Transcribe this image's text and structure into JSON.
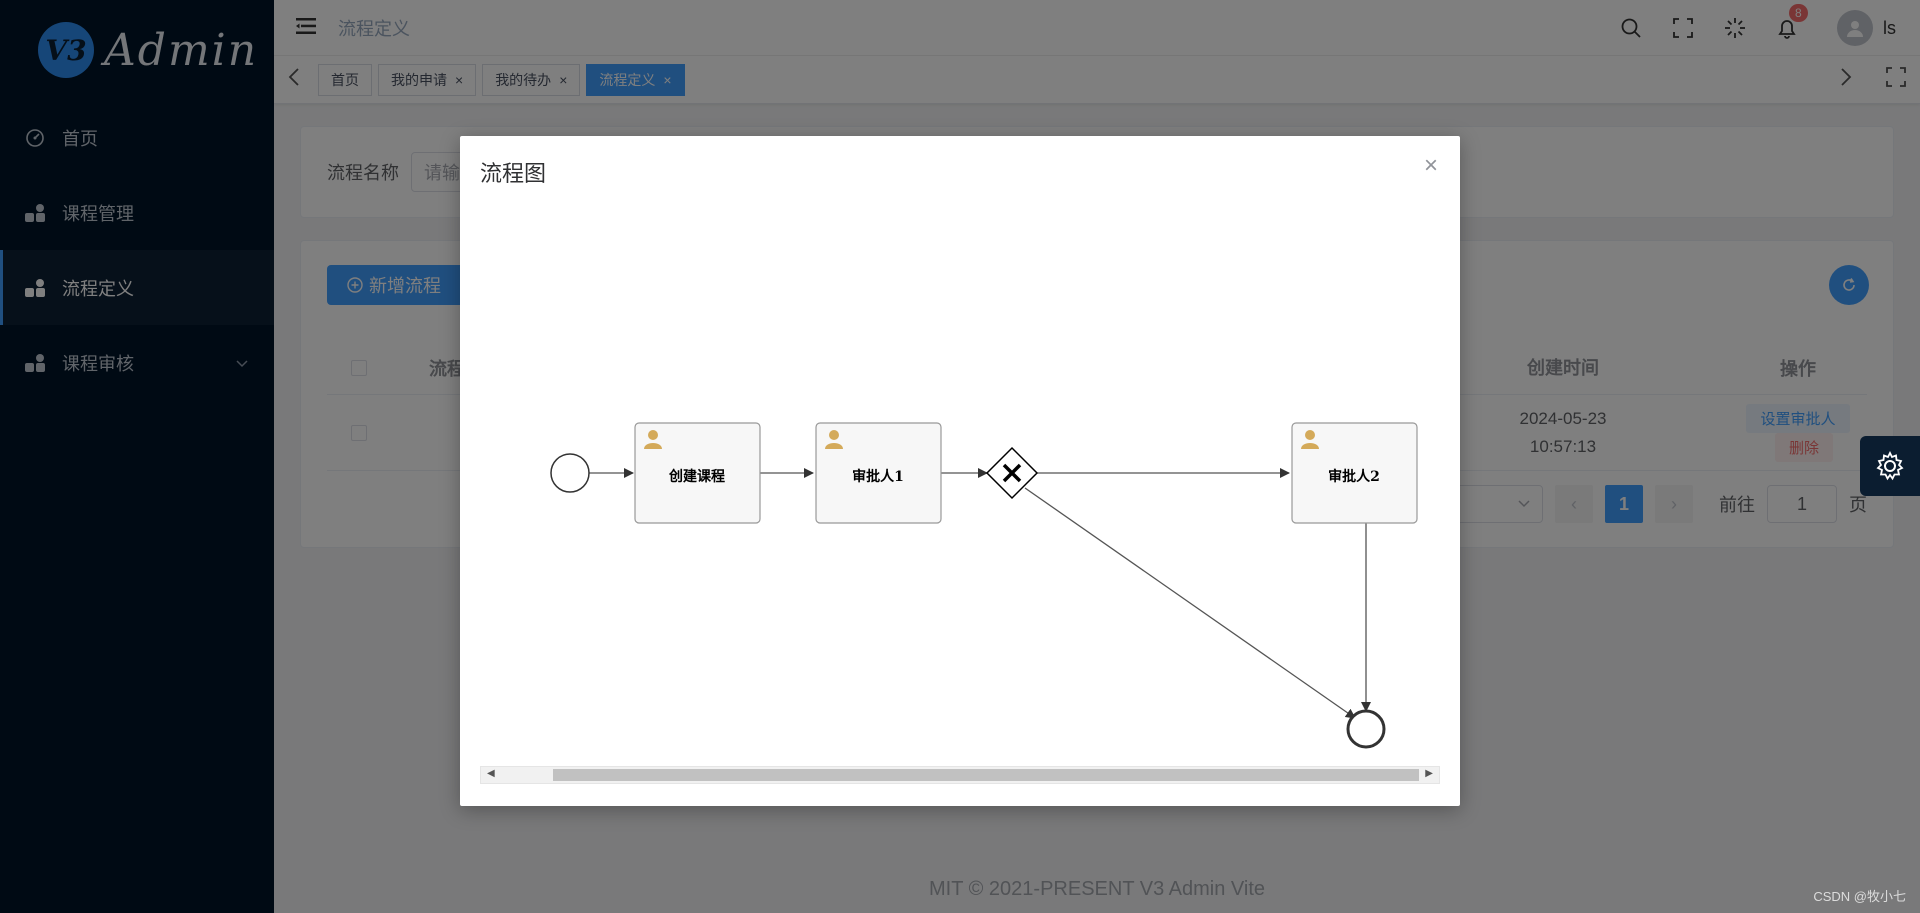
{
  "app": {
    "logo_badge": "V3",
    "logo_text": "Admin"
  },
  "sidebar": {
    "items": [
      {
        "label": "首页",
        "icon": "dashboard-icon",
        "active": false
      },
      {
        "label": "课程管理",
        "icon": "component-icon",
        "active": false
      },
      {
        "label": "流程定义",
        "icon": "component-icon",
        "active": true
      },
      {
        "label": "课程审核",
        "icon": "component-icon",
        "active": false,
        "has_submenu": true
      }
    ]
  },
  "navbar": {
    "breadcrumb": "流程定义",
    "notification_count": "8",
    "username": "ls"
  },
  "tags": [
    {
      "label": "首页",
      "closable": false,
      "active": false
    },
    {
      "label": "我的申请",
      "closable": true,
      "active": false
    },
    {
      "label": "我的待办",
      "closable": true,
      "active": false
    },
    {
      "label": "流程定义",
      "closable": true,
      "active": true
    }
  ],
  "search": {
    "label": "流程名称",
    "placeholder": "请输入"
  },
  "table": {
    "add_button": "新增流程",
    "headers": {
      "name": "流程",
      "created": "创建时间",
      "actions": "操作"
    },
    "rows": [
      {
        "created_date": "2024-05-23",
        "created_time": "10:57:13",
        "action_assign": "设置审批人",
        "action_delete": "删除"
      }
    ]
  },
  "pagination": {
    "current_page": "1",
    "goto_label": "前往",
    "goto_value": "1",
    "page_unit": "页"
  },
  "footer": {
    "text": "MIT © 2021-PRESENT V3 Admin Vite"
  },
  "watermark": "CSDN @牧小七",
  "dialog": {
    "title": "流程图",
    "close": "×",
    "tasks": [
      {
        "label": "创建课程"
      },
      {
        "label": "审批人1"
      },
      {
        "label": "审批人2"
      }
    ]
  },
  "colors": {
    "primary": "#409eff",
    "sidebar_bg": "#001428",
    "danger": "#f56c6c"
  }
}
